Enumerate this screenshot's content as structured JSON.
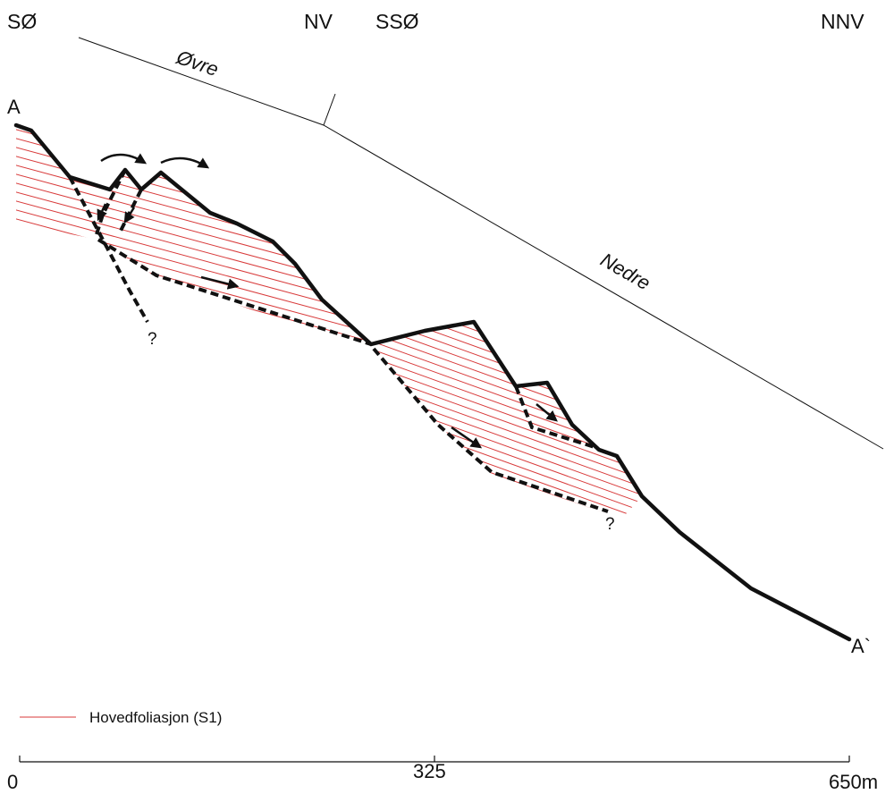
{
  "directions": {
    "left_start": "SØ",
    "left_end": "NV",
    "right_start": "SSØ",
    "right_end": "NNV"
  },
  "points": {
    "start": "A",
    "end": "A`"
  },
  "segments": {
    "upper": "Øvre",
    "lower": "Nedre"
  },
  "uncertain_mark": "?",
  "legend": {
    "foliation_label": "Hovedfoliasjon (S1)",
    "foliation_color": "#d83a3a"
  },
  "scale_bar": {
    "ticks": [
      "0",
      "325",
      "650m"
    ]
  },
  "colors": {
    "line": "#111111",
    "foliation": "#d83a3a",
    "background": "#ffffff"
  }
}
